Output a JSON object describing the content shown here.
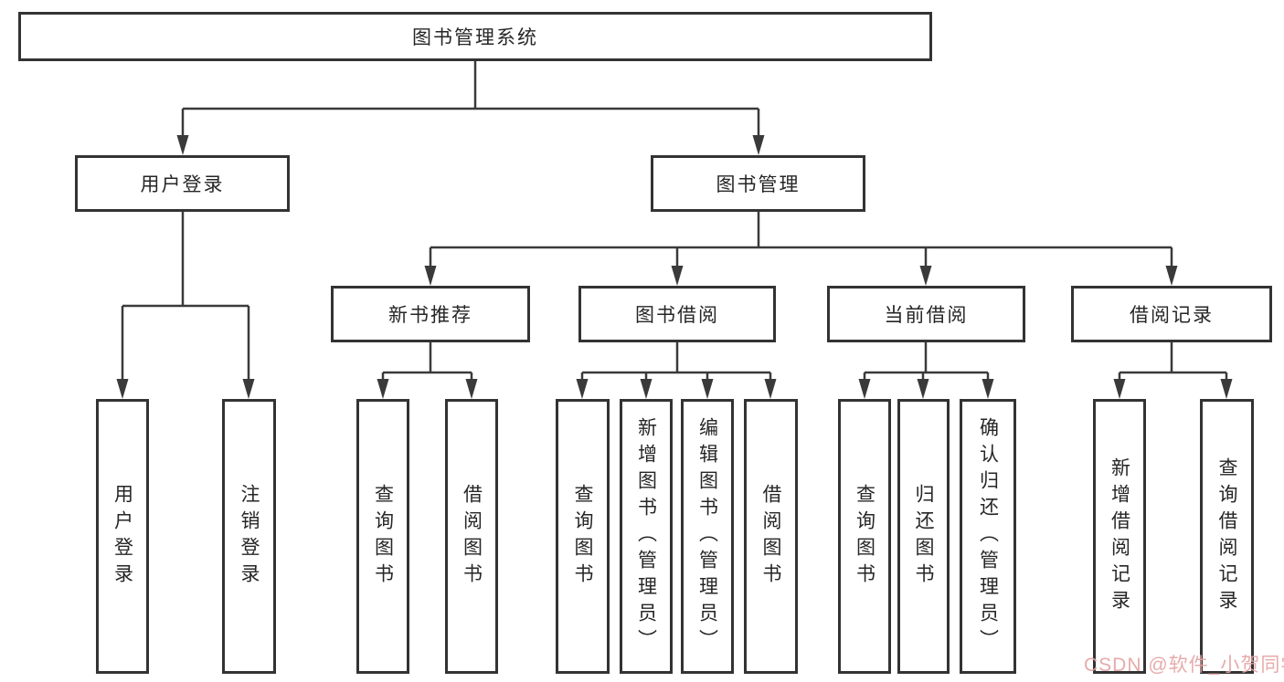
{
  "tree": {
    "root": {
      "label": "图书管理系统",
      "children": [
        {
          "label": "用户登录",
          "children": [
            {
              "label": "用户登录"
            },
            {
              "label": "注销登录"
            }
          ]
        },
        {
          "label": "图书管理",
          "children": [
            {
              "label": "新书推荐",
              "children": [
                {
                  "label": "查询图书"
                },
                {
                  "label": "借阅图书"
                }
              ]
            },
            {
              "label": "图书借阅",
              "children": [
                {
                  "label": "查询图书"
                },
                {
                  "label": "新增图书（管理员）"
                },
                {
                  "label": "编辑图书（管理员）"
                },
                {
                  "label": "借阅图书"
                }
              ]
            },
            {
              "label": "当前借阅",
              "children": [
                {
                  "label": "查询图书"
                },
                {
                  "label": "归还图书"
                },
                {
                  "label": "确认归还（管理员）"
                }
              ]
            },
            {
              "label": "借阅记录",
              "children": [
                {
                  "label": "新增借阅记录"
                },
                {
                  "label": "查询借阅记录"
                }
              ]
            }
          ]
        }
      ]
    }
  },
  "watermark": {
    "text": "CSDN @软件_小贺同学",
    "color": "#e5a4a4"
  },
  "colors": {
    "line": "#3a3a3a",
    "box_border": "#333333",
    "text": "#262626",
    "background": "#ffffff"
  }
}
